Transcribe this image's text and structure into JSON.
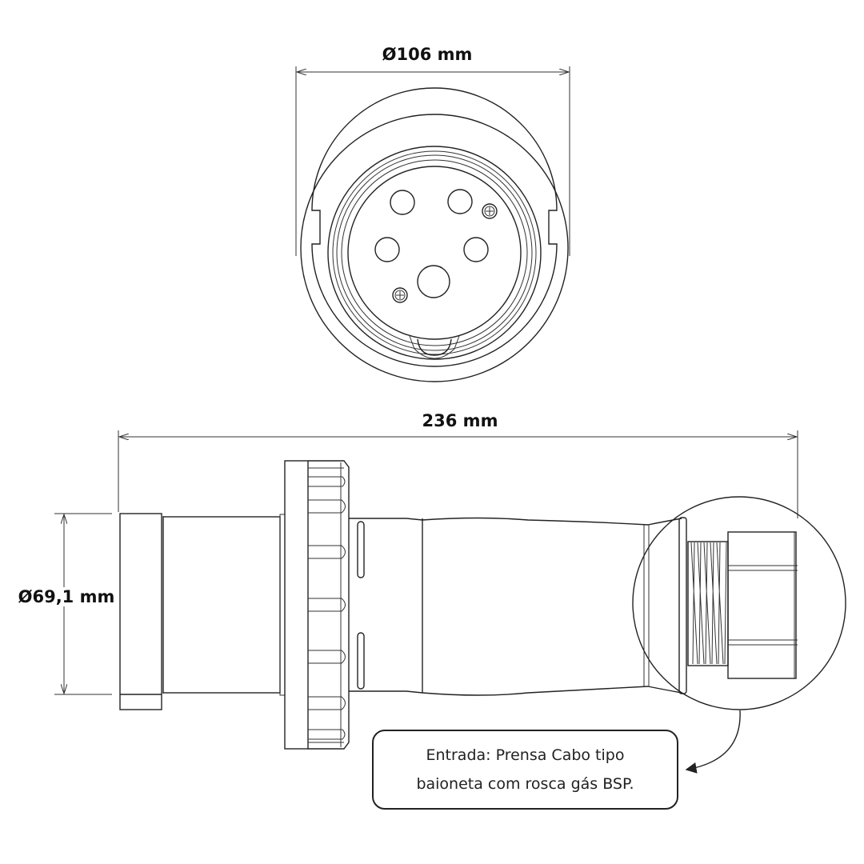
{
  "top_view": {
    "diameter_label": "Ø106 mm"
  },
  "side_view": {
    "length_label": "236 mm",
    "diameter_label": "Ø69,1 mm"
  },
  "callout": {
    "line1": "Entrada: Prensa Cabo tipo",
    "line2": "baioneta com rosca gás BSP."
  }
}
